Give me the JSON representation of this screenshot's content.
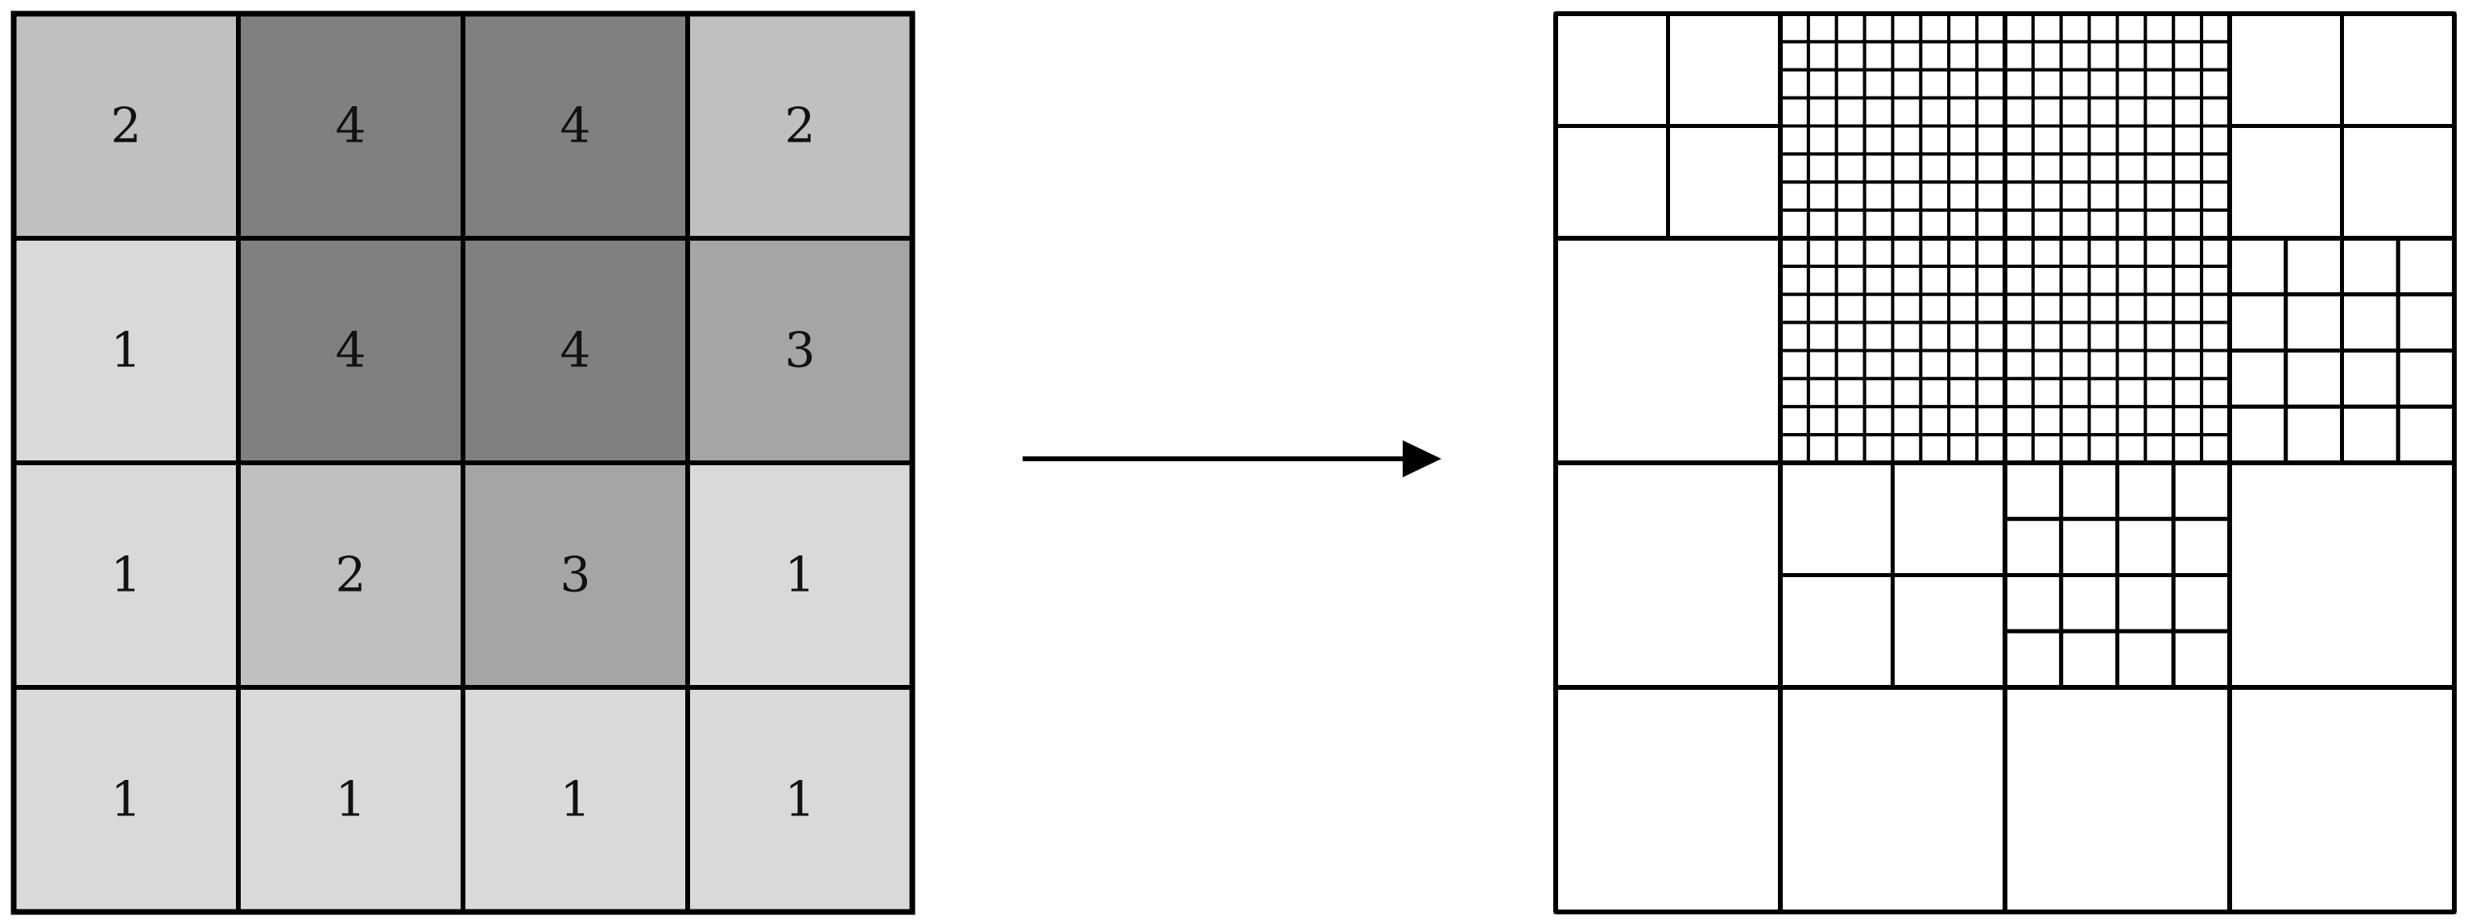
{
  "left_grid": {
    "levels": [
      [
        "2",
        "4",
        "4",
        "2"
      ],
      [
        "1",
        "4",
        "4",
        "3"
      ],
      [
        "1",
        "2",
        "3",
        "1"
      ],
      [
        "1",
        "1",
        "1",
        "1"
      ]
    ],
    "level_colors": {
      "1": "#d9d9d9",
      "2": "#c0c0c0",
      "3": "#a5a5a5",
      "4": "#808080"
    }
  },
  "right_grid": {
    "subdivisions_per_level": {
      "1": 1,
      "2": 2,
      "3": 4,
      "4": 8
    }
  },
  "colors": {
    "line": "#000000",
    "background": "#ffffff"
  }
}
